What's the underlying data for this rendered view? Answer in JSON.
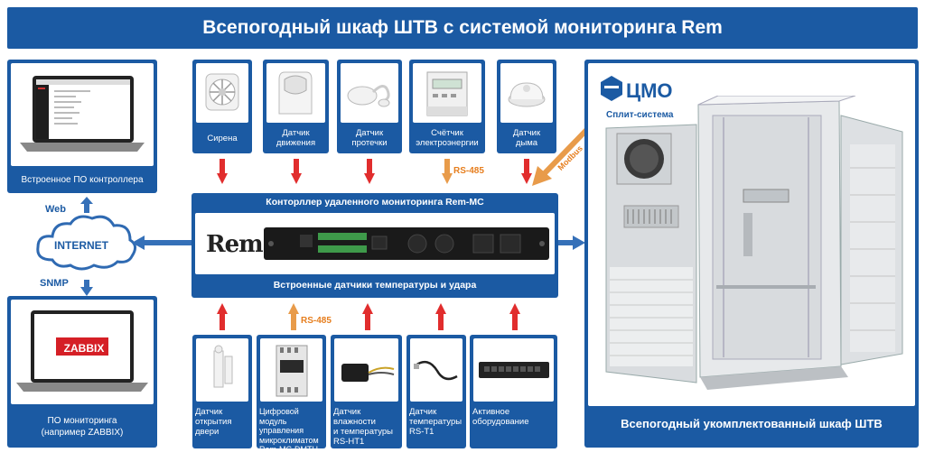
{
  "title": "Всепогодный шкаф ШТВ с системой мониторинга Rem",
  "left": {
    "controller_sw": "Встроенное ПО контроллера",
    "web": "Web",
    "internet": "INTERNET",
    "snmp": "SNMP",
    "zabbix_logo": "ZABBIX",
    "monitoring_sw": "ПО мониторинга\n(например ZABBIX)"
  },
  "top_sensors": [
    {
      "label": "Сирена",
      "icon": "siren-icon"
    },
    {
      "label": "Датчик\nдвижения",
      "icon": "motion-sensor-icon"
    },
    {
      "label": "Датчик\nпротечки",
      "icon": "leak-sensor-icon"
    },
    {
      "label": "Счётчик\nэлектроэнергии",
      "icon": "energy-meter-icon"
    },
    {
      "label": "Датчик\nдыма",
      "icon": "smoke-detector-icon"
    }
  ],
  "rs485": "RS-485",
  "modbus": "Modbus",
  "controller": {
    "title": "Конторллер удаленного мониторинга Rem-MC",
    "bottom": "Встроенные датчики температуры и удара",
    "logo": "Rem"
  },
  "bottom_sensors": [
    {
      "label": "Датчик\nоткрытия\nдвери",
      "icon": "door-sensor-icon"
    },
    {
      "label": "Цифровой модуль\nуправления\nмикроклиматом\nRem-MC-DMTH",
      "icon": "din-module-icon"
    },
    {
      "label": "Датчик влажности\nи температуры\nRS-HT1",
      "icon": "humidity-sensor-icon"
    },
    {
      "label": "Датчик\nтемпературы\nRS-T1",
      "icon": "temperature-probe-icon"
    },
    {
      "label": "Активное\nоборудование",
      "icon": "network-switch-icon"
    }
  ],
  "right": {
    "brand": "ЦМО",
    "split": "Сплит-система",
    "caption": "Всепогодный укомплектованный шкаф ШТВ"
  },
  "colors": {
    "blue": "#1b5aa3",
    "red": "#e12d2d",
    "orange": "#e89b4a"
  }
}
